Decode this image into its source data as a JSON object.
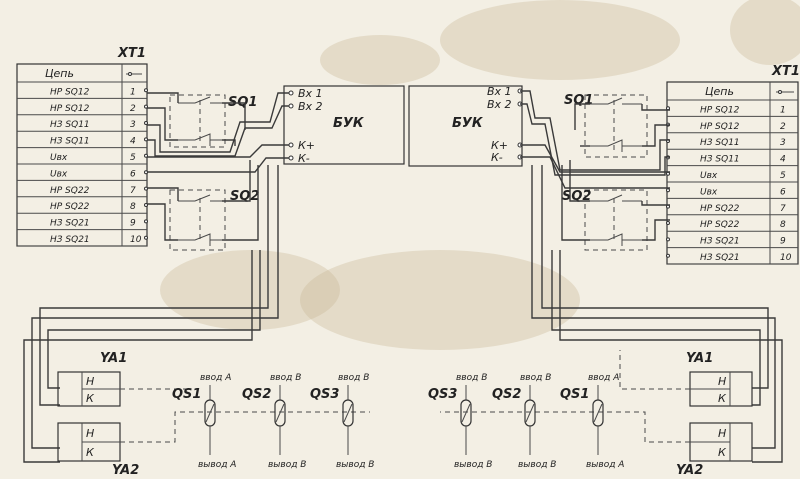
{
  "left_terminal": {
    "title": "XT1",
    "header": "Цепь",
    "rows": [
      {
        "name": "НР SQ12",
        "num": "1"
      },
      {
        "name": "НР SQ12",
        "num": "2"
      },
      {
        "name": "НЗ SQ11",
        "num": "3"
      },
      {
        "name": "НЗ SQ11",
        "num": "4"
      },
      {
        "name": "Uвх",
        "num": "5"
      },
      {
        "name": "Uвх",
        "num": "6"
      },
      {
        "name": "НР SQ22",
        "num": "7"
      },
      {
        "name": "НР SQ22",
        "num": "8"
      },
      {
        "name": "НЗ SQ21",
        "num": "9"
      },
      {
        "name": "НЗ SQ21",
        "num": "10"
      }
    ]
  },
  "right_terminal": {
    "title": "XT1",
    "header": "Цепь",
    "rows": [
      {
        "name": "НР SQ12",
        "num": "1"
      },
      {
        "name": "НР SQ12",
        "num": "2"
      },
      {
        "name": "НЗ SQ11",
        "num": "3"
      },
      {
        "name": "НЗ SQ11",
        "num": "4"
      },
      {
        "name": "Uвх",
        "num": "5"
      },
      {
        "name": "Uвх",
        "num": "6"
      },
      {
        "name": "НР SQ22",
        "num": "7"
      },
      {
        "name": "НР SQ22",
        "num": "8"
      },
      {
        "name": "НЗ SQ21",
        "num": "9"
      },
      {
        "name": "НЗ SQ21",
        "num": "10"
      }
    ]
  },
  "left_buk": {
    "name": "БУК",
    "pins": [
      "Вх 1",
      "Вх 2",
      "К+",
      "К-"
    ]
  },
  "right_buk": {
    "name": "БУК",
    "pins": [
      "Вх 1",
      "Вх 2",
      "К+",
      "К-"
    ]
  },
  "switch_labels": {
    "sq1": "SQ1",
    "sq2": "SQ2"
  },
  "actuators": {
    "ya1": "YA1",
    "ya2": "YA2",
    "coil_top": "Н",
    "coil_bottom": "К"
  },
  "left_qs": [
    {
      "name": "QS1",
      "in": "ввод А",
      "out": "вывод А"
    },
    {
      "name": "QS2",
      "in": "ввод В",
      "out": "вывод В"
    },
    {
      "name": "QS3",
      "in": "ввод В",
      "out": "вывод В"
    }
  ],
  "right_qs": [
    {
      "name": "QS3",
      "in": "ввод В",
      "out": "вывод В"
    },
    {
      "name": "QS2",
      "in": "ввод В",
      "out": "вывод В"
    },
    {
      "name": "QS1",
      "in": "ввод А",
      "out": "вывод А"
    }
  ]
}
